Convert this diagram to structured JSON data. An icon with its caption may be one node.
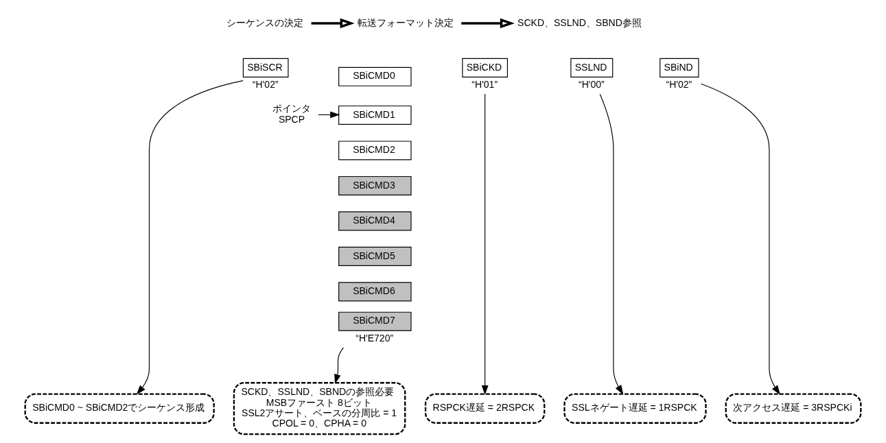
{
  "diagram": {
    "nodes": [
      {
        "text": [
          "シーケンスの決定"
        ]
      },
      {
        "text": [
          "転送フォーマット決定"
        ]
      },
      {
        "text": [
          "SCKD、SSLND、SBND参照"
        ]
      },
      {
        "text": [
          "SBiSCR"
        ],
        "beside": [
          "“H'02”"
        ]
      },
      {
        "text": [
          "ポインタ",
          "SPCP"
        ]
      },
      {
        "text": [
          "SBiCMD0"
        ]
      },
      {
        "text": [
          "SBiCMD1"
        ]
      },
      {
        "text": [
          "SBiCMD2"
        ]
      },
      {
        "text": [
          "SBiCMD3"
        ]
      },
      {
        "text": [
          "SBiCMD4"
        ]
      },
      {
        "text": [
          "SBiCMD5"
        ]
      },
      {
        "text": [
          "SBiCMD6"
        ]
      },
      {
        "text": [
          "SBiCMD7"
        ],
        "beside": [
          "“H'E720”"
        ]
      },
      {
        "text": [
          "SBiCKD"
        ],
        "beside": [
          "“H'01”"
        ]
      },
      {
        "text": [
          "SSLND"
        ],
        "beside": [
          "“H'00”"
        ]
      },
      {
        "text": [
          "SBiND"
        ],
        "beside": [
          "“H'02”"
        ]
      },
      {
        "text": [
          "SBiCMD0 ~ SBiCMD2でシーケンス形成"
        ]
      },
      {
        "text": [
          "SCKD、SSLND、SBNDの参照必要",
          "MSBファースト 8ビット",
          "SSL2アサート、ベースの分周比 = 1",
          "CPOL = 0、CPHA = 0"
        ]
      },
      {
        "text": [
          "RSPCK遅延 = 2RSPCK"
        ]
      },
      {
        "text": [
          "SSLネゲート遅延 = 1RSPCK"
        ]
      },
      {
        "text": [
          "次アクセス遅延 = 3RSPCKi"
        ]
      }
    ],
    "edges": [
      {
        "from": 0,
        "to": 1,
        "arrow": "to",
        "style": "thick"
      },
      {
        "from": 1,
        "to": 2,
        "arrow": "to",
        "style": "thick"
      },
      {
        "from": 4,
        "to": 6,
        "arrow": "to"
      },
      {
        "from": 3,
        "to": 16,
        "arrow": "to"
      },
      {
        "from": 12,
        "to": 17,
        "arrow": "to"
      },
      {
        "from": 13,
        "to": 18,
        "arrow": "to"
      },
      {
        "from": 14,
        "to": 19,
        "arrow": "to"
      },
      {
        "from": 15,
        "to": 20,
        "arrow": "to"
      }
    ]
  }
}
